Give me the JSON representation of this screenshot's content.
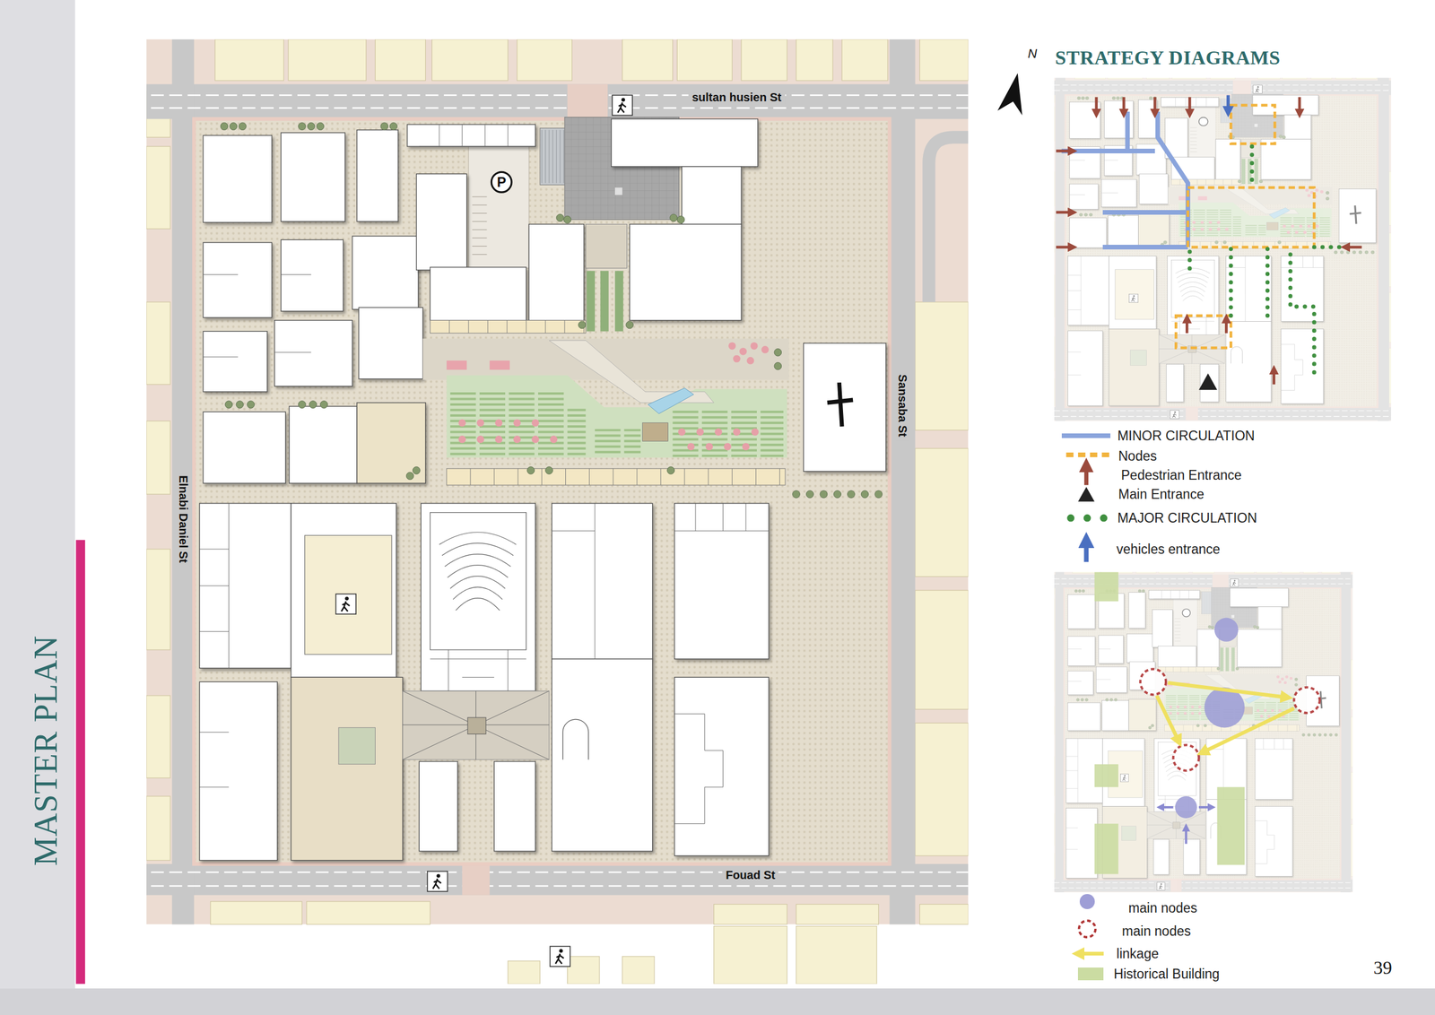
{
  "diagram": {
    "title": "MASTER PLAN",
    "labels": [
      "STRATEGY DIAGRAMS",
      "N",
      "sultan husien St",
      "Sansaba St",
      "Elnabi Daniel St",
      "Fouad St",
      "P",
      "39"
    ],
    "legend": [
      {
        "text": "MINOR CIRCULATION",
        "color": "#8aa4dc"
      },
      {
        "text": "Nodes"
      },
      {
        "text": "Pedestrian Entrance"
      },
      {
        "text": "Main Entrance"
      },
      {
        "text": "MAJOR CIRCULATION"
      },
      {
        "text": "vehicles entrance"
      },
      {
        "text": "main nodes",
        "color": "#9e9ed6"
      },
      {
        "text": "main nodes"
      },
      {
        "text": "linkage"
      },
      {
        "text": "Historical Building",
        "color": "#cbdca2"
      }
    ]
  }
}
